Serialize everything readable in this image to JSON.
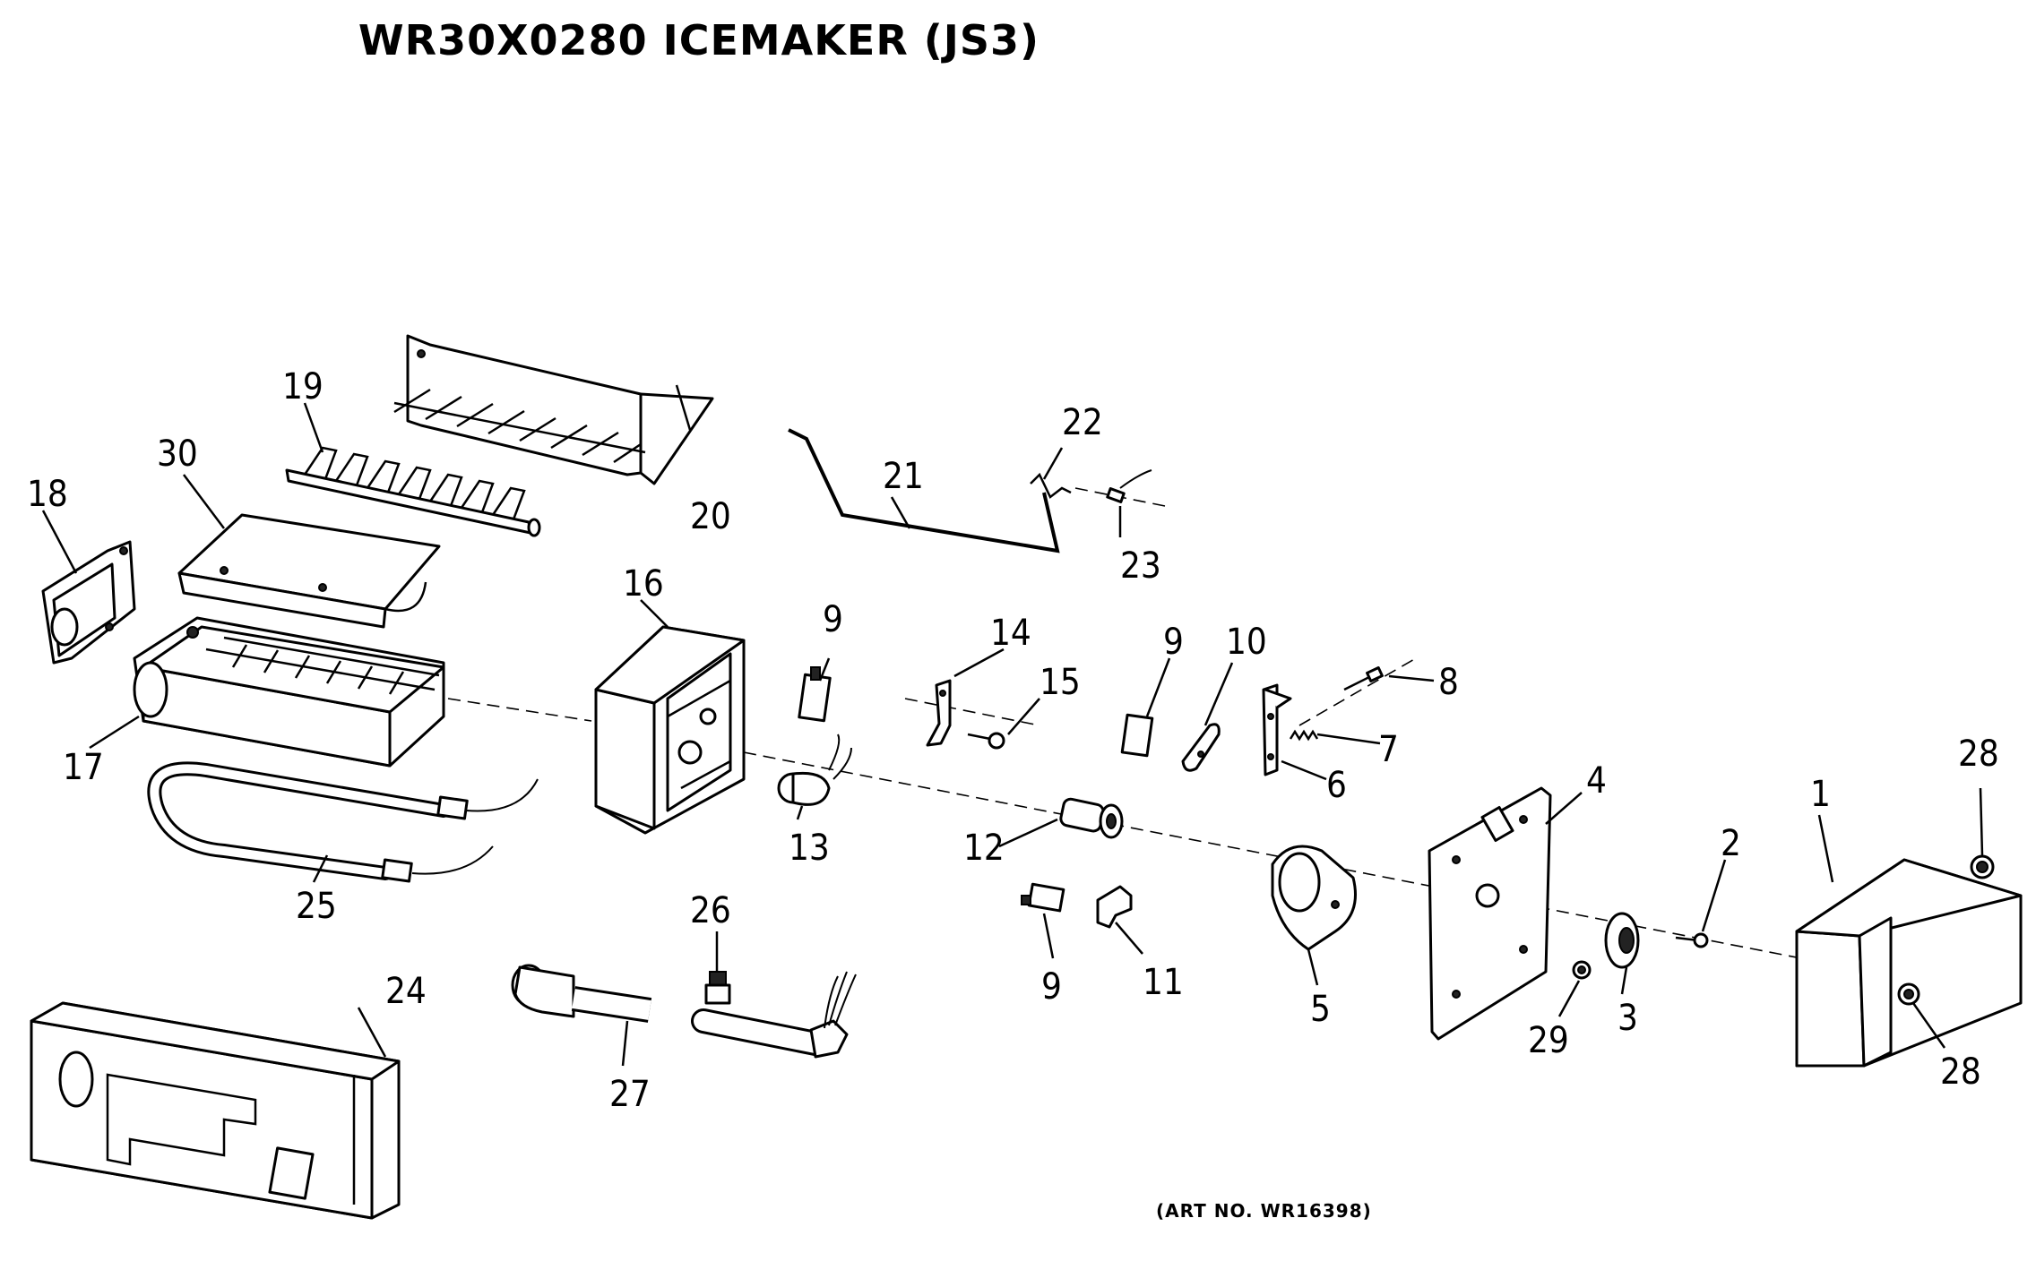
{
  "title": "WR30X0280 ICEMAKER (JS3)",
  "art_number": "(ART NO. WR16398)",
  "callouts": [
    {
      "id": "1",
      "text": "1"
    },
    {
      "id": "2",
      "text": "2"
    },
    {
      "id": "3",
      "text": "3"
    },
    {
      "id": "4",
      "text": "4"
    },
    {
      "id": "5",
      "text": "5"
    },
    {
      "id": "6",
      "text": "6"
    },
    {
      "id": "7",
      "text": "7"
    },
    {
      "id": "8",
      "text": "8"
    },
    {
      "id": "9a",
      "text": "9"
    },
    {
      "id": "9b",
      "text": "9"
    },
    {
      "id": "9c",
      "text": "9"
    },
    {
      "id": "10",
      "text": "10"
    },
    {
      "id": "11",
      "text": "11"
    },
    {
      "id": "12",
      "text": "12"
    },
    {
      "id": "13",
      "text": "13"
    },
    {
      "id": "14",
      "text": "14"
    },
    {
      "id": "15",
      "text": "15"
    },
    {
      "id": "16",
      "text": "16"
    },
    {
      "id": "17",
      "text": "17"
    },
    {
      "id": "18",
      "text": "18"
    },
    {
      "id": "19",
      "text": "19"
    },
    {
      "id": "20",
      "text": "20"
    },
    {
      "id": "21",
      "text": "21"
    },
    {
      "id": "22",
      "text": "22"
    },
    {
      "id": "23",
      "text": "23"
    },
    {
      "id": "24",
      "text": "24"
    },
    {
      "id": "25",
      "text": "25"
    },
    {
      "id": "26",
      "text": "26"
    },
    {
      "id": "27",
      "text": "27"
    },
    {
      "id": "28a",
      "text": "28"
    },
    {
      "id": "28b",
      "text": "28"
    },
    {
      "id": "29",
      "text": "29"
    },
    {
      "id": "30",
      "text": "30"
    }
  ]
}
